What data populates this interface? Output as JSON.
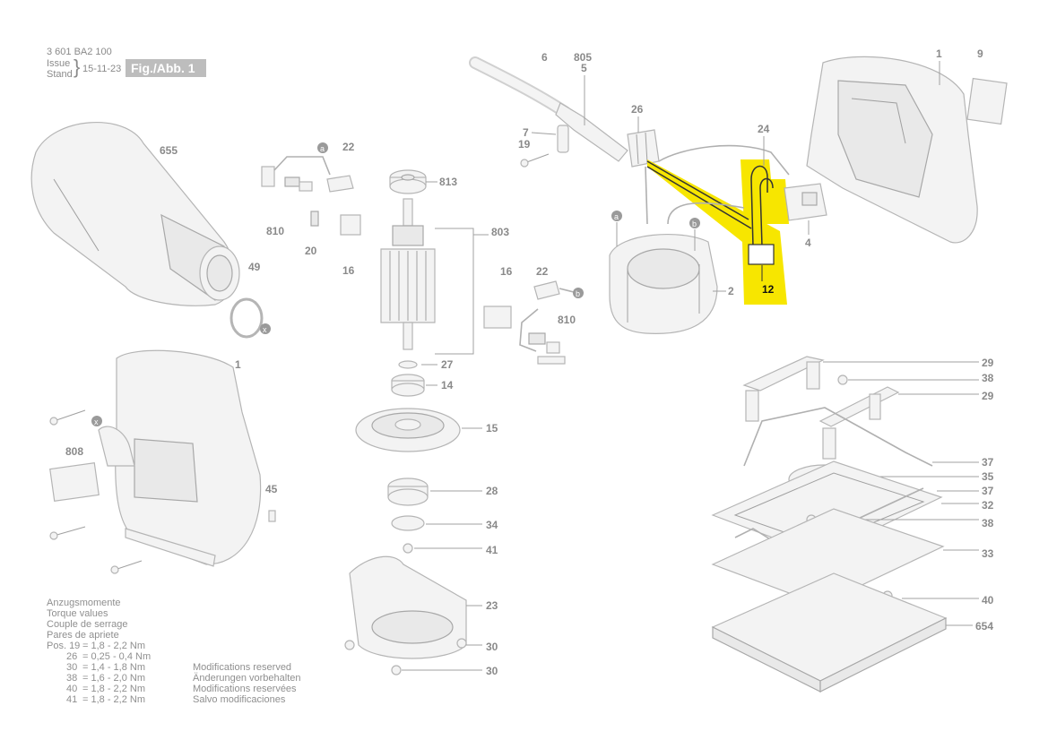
{
  "header": {
    "doc_number": "3 601 BA2 100",
    "issue_label": "Issue",
    "stand_label": "Stand",
    "date": "15-11-23",
    "figure": "Fig./Abb. 1"
  },
  "torque": {
    "title_lines": [
      "Anzugsmomente",
      "Torque values",
      "Couple de serrage",
      "Pares de apriete"
    ],
    "rows": [
      {
        "pos": "Pos. 19",
        "value": "= 1,8  - 2,2 Nm"
      },
      {
        "pos": "26",
        "value": "= 0,25 - 0,4 Nm"
      },
      {
        "pos": "30",
        "value": "= 1,4  - 1,8 Nm"
      },
      {
        "pos": "38",
        "value": "= 1,6  - 2,0 Nm"
      },
      {
        "pos": "40",
        "value": "= 1,8  - 2,2 Nm"
      },
      {
        "pos": "41",
        "value": "= 1,8  - 2,2 Nm"
      }
    ]
  },
  "modifications": [
    "Modifications reserved",
    "Änderungen vorbehalten",
    "Modifications reservées",
    "Salvo modificaciones"
  ],
  "callouts": {
    "c6": "6",
    "c805": "805",
    "c5": "5",
    "c1a": "1",
    "c9": "9",
    "c26": "26",
    "c7": "7",
    "c19": "19",
    "c24": "24",
    "c4": "4",
    "c2": "2",
    "c12": "12",
    "c655": "655",
    "c22a": "22",
    "c813": "813",
    "c803": "803",
    "c810a": "810",
    "c20": "20",
    "c16a": "16",
    "c49": "49",
    "c16b": "16",
    "c22b": "22",
    "c810b": "810",
    "c1b": "1",
    "c808": "808",
    "c45": "45",
    "c27": "27",
    "c14": "14",
    "c15": "15",
    "c28": "28",
    "c34": "34",
    "c41": "41",
    "c23": "23",
    "c30a": "30",
    "c30b": "30",
    "c29a": "29",
    "c38a": "38",
    "c29b": "29",
    "c37a": "37",
    "c35": "35",
    "c37b": "37",
    "c32": "32",
    "c38b": "38",
    "c33": "33",
    "c40": "40",
    "c654": "654"
  },
  "letters": {
    "a": "a",
    "b": "b",
    "x": "x"
  },
  "colors": {
    "highlight": "#f7e600"
  }
}
